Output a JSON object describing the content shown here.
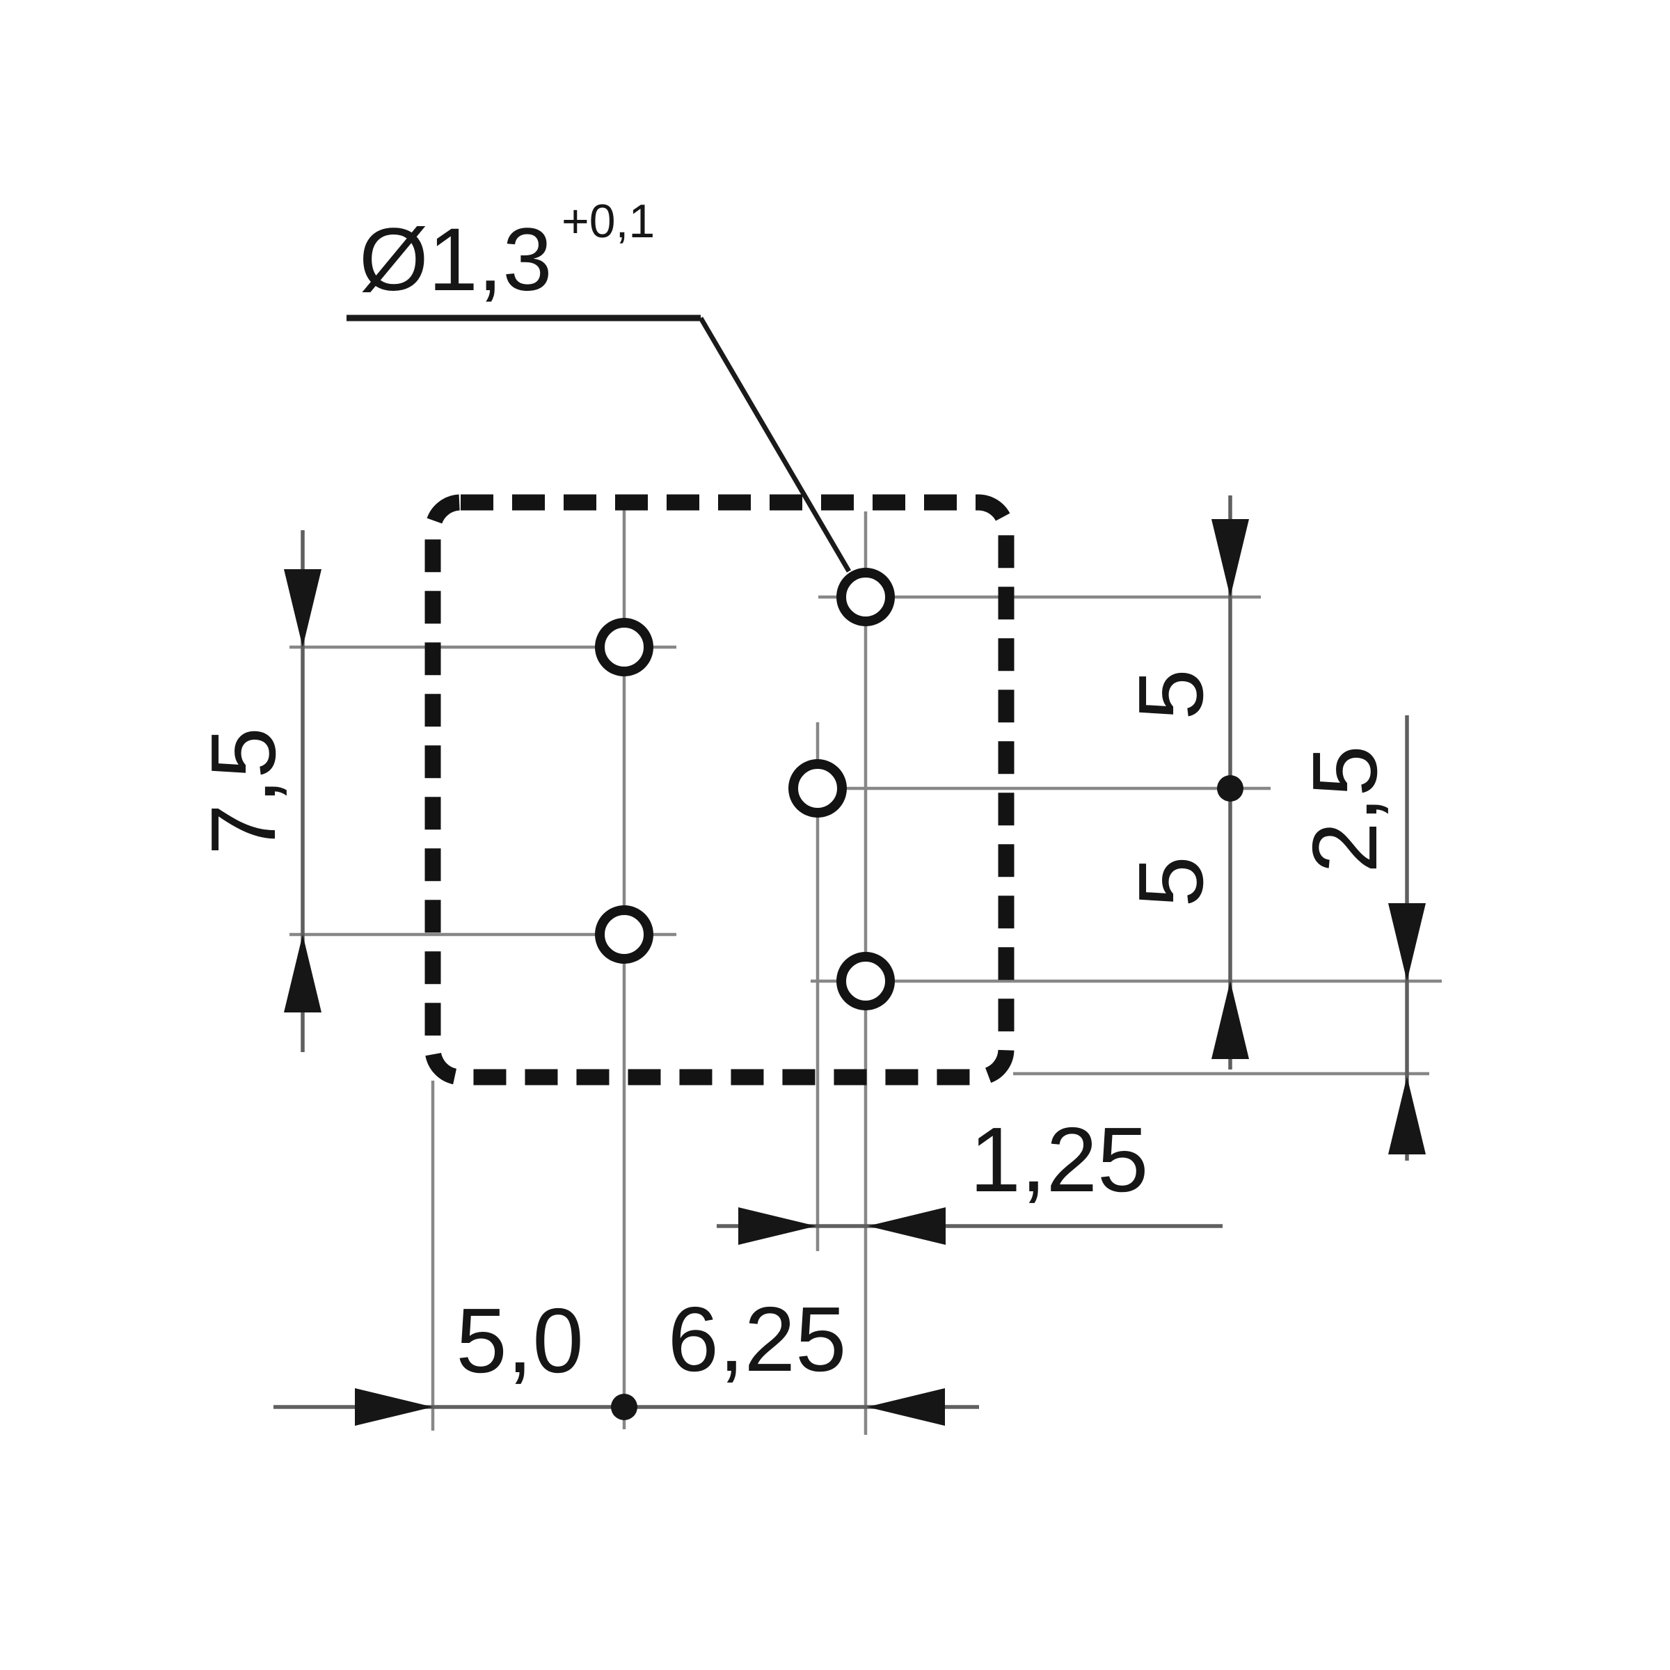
{
  "drawing": {
    "title": "Drilling plan with hole dimensions",
    "units": "mm",
    "background": "#ffffff",
    "colors": {
      "ink": "#161616",
      "dimension_line": "#5f5f5f",
      "extension_line": "#878787",
      "background": "#ffffff"
    },
    "labels": {
      "hole_diameter_main": "Ø1,3",
      "hole_diameter_tolerance": "+0,1",
      "dim_left_pitch": "7,5",
      "dim_right_pitch_top": "5",
      "dim_right_pitch_bottom": "5",
      "dim_right_edge_offset": "2,5",
      "dim_small_pitch": "1,25",
      "dim_bottom_left_offset": "5,0",
      "dim_bottom_pitch": "6,25"
    },
    "diagram_data": {
      "type": "dimensioned-drilling-plan",
      "outline": "dashed rounded square component outline",
      "holes_count": 5,
      "hole_diameter_mm": "1,3 +0,1",
      "dimensions_mm": [
        {
          "value": "7,5",
          "measures": "vertical pitch between the two left-column holes"
        },
        {
          "value": "5",
          "measures": "vertical pitch from top-right hole to middle hole"
        },
        {
          "value": "5",
          "measures": "vertical pitch from middle hole to bottom-right hole"
        },
        {
          "value": "2,5",
          "measures": "bottom-right hole to outline bottom edge"
        },
        {
          "value": "1,25",
          "measures": "horizontal offset between middle hole column and right hole column"
        },
        {
          "value": "5,0",
          "measures": "outline left edge to left hole column"
        },
        {
          "value": "6,25",
          "measures": "left hole column to right hole column"
        }
      ]
    }
  }
}
